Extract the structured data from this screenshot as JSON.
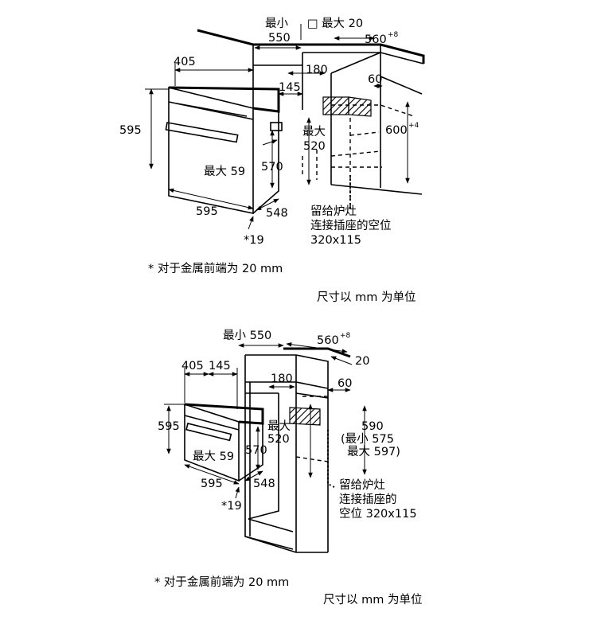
{
  "top": {
    "labels": {
      "min_550_a": "最小",
      "min_550_b": "550",
      "max_20_box": "□",
      "max_20": "最大 20",
      "w560": "560",
      "w560_sup": "+8",
      "d405": "405",
      "d180": "180",
      "d60": "60",
      "d145": "145",
      "h595": "595",
      "max520_a": "最大",
      "max520_b": "520",
      "h600": "600",
      "h600_sup": "+4",
      "max59": "最大 59",
      "d570": "570",
      "w595": "595",
      "d548": "548",
      "star19": "*19",
      "socket1": "留给炉灶",
      "socket2": "连接插座的空位",
      "socket3": "320x115"
    },
    "footnote": "* 对于金属前端为 20 mm",
    "units": "尺寸以 mm 为单位"
  },
  "bottom": {
    "labels": {
      "min550": "最小 550",
      "w560": "560",
      "w560_sup": "+8",
      "d20": "20",
      "d405": "405",
      "d145": "145",
      "d180": "180",
      "d60": "60",
      "h595": "595",
      "max520_a": "最大",
      "max520_b": "520",
      "h590": "590",
      "h590_min": "(最小 575",
      "h590_max": "最大 597)",
      "max59": "最大 59",
      "d570": "570",
      "w595": "595",
      "d548": "548",
      "star19": "*19",
      "socket1": "留给炉灶",
      "socket2": "连接插座的",
      "socket3": "空位 320x115"
    },
    "footnote": "* 对于金属前端为 20 mm",
    "units": "尺寸以 mm 为单位"
  }
}
